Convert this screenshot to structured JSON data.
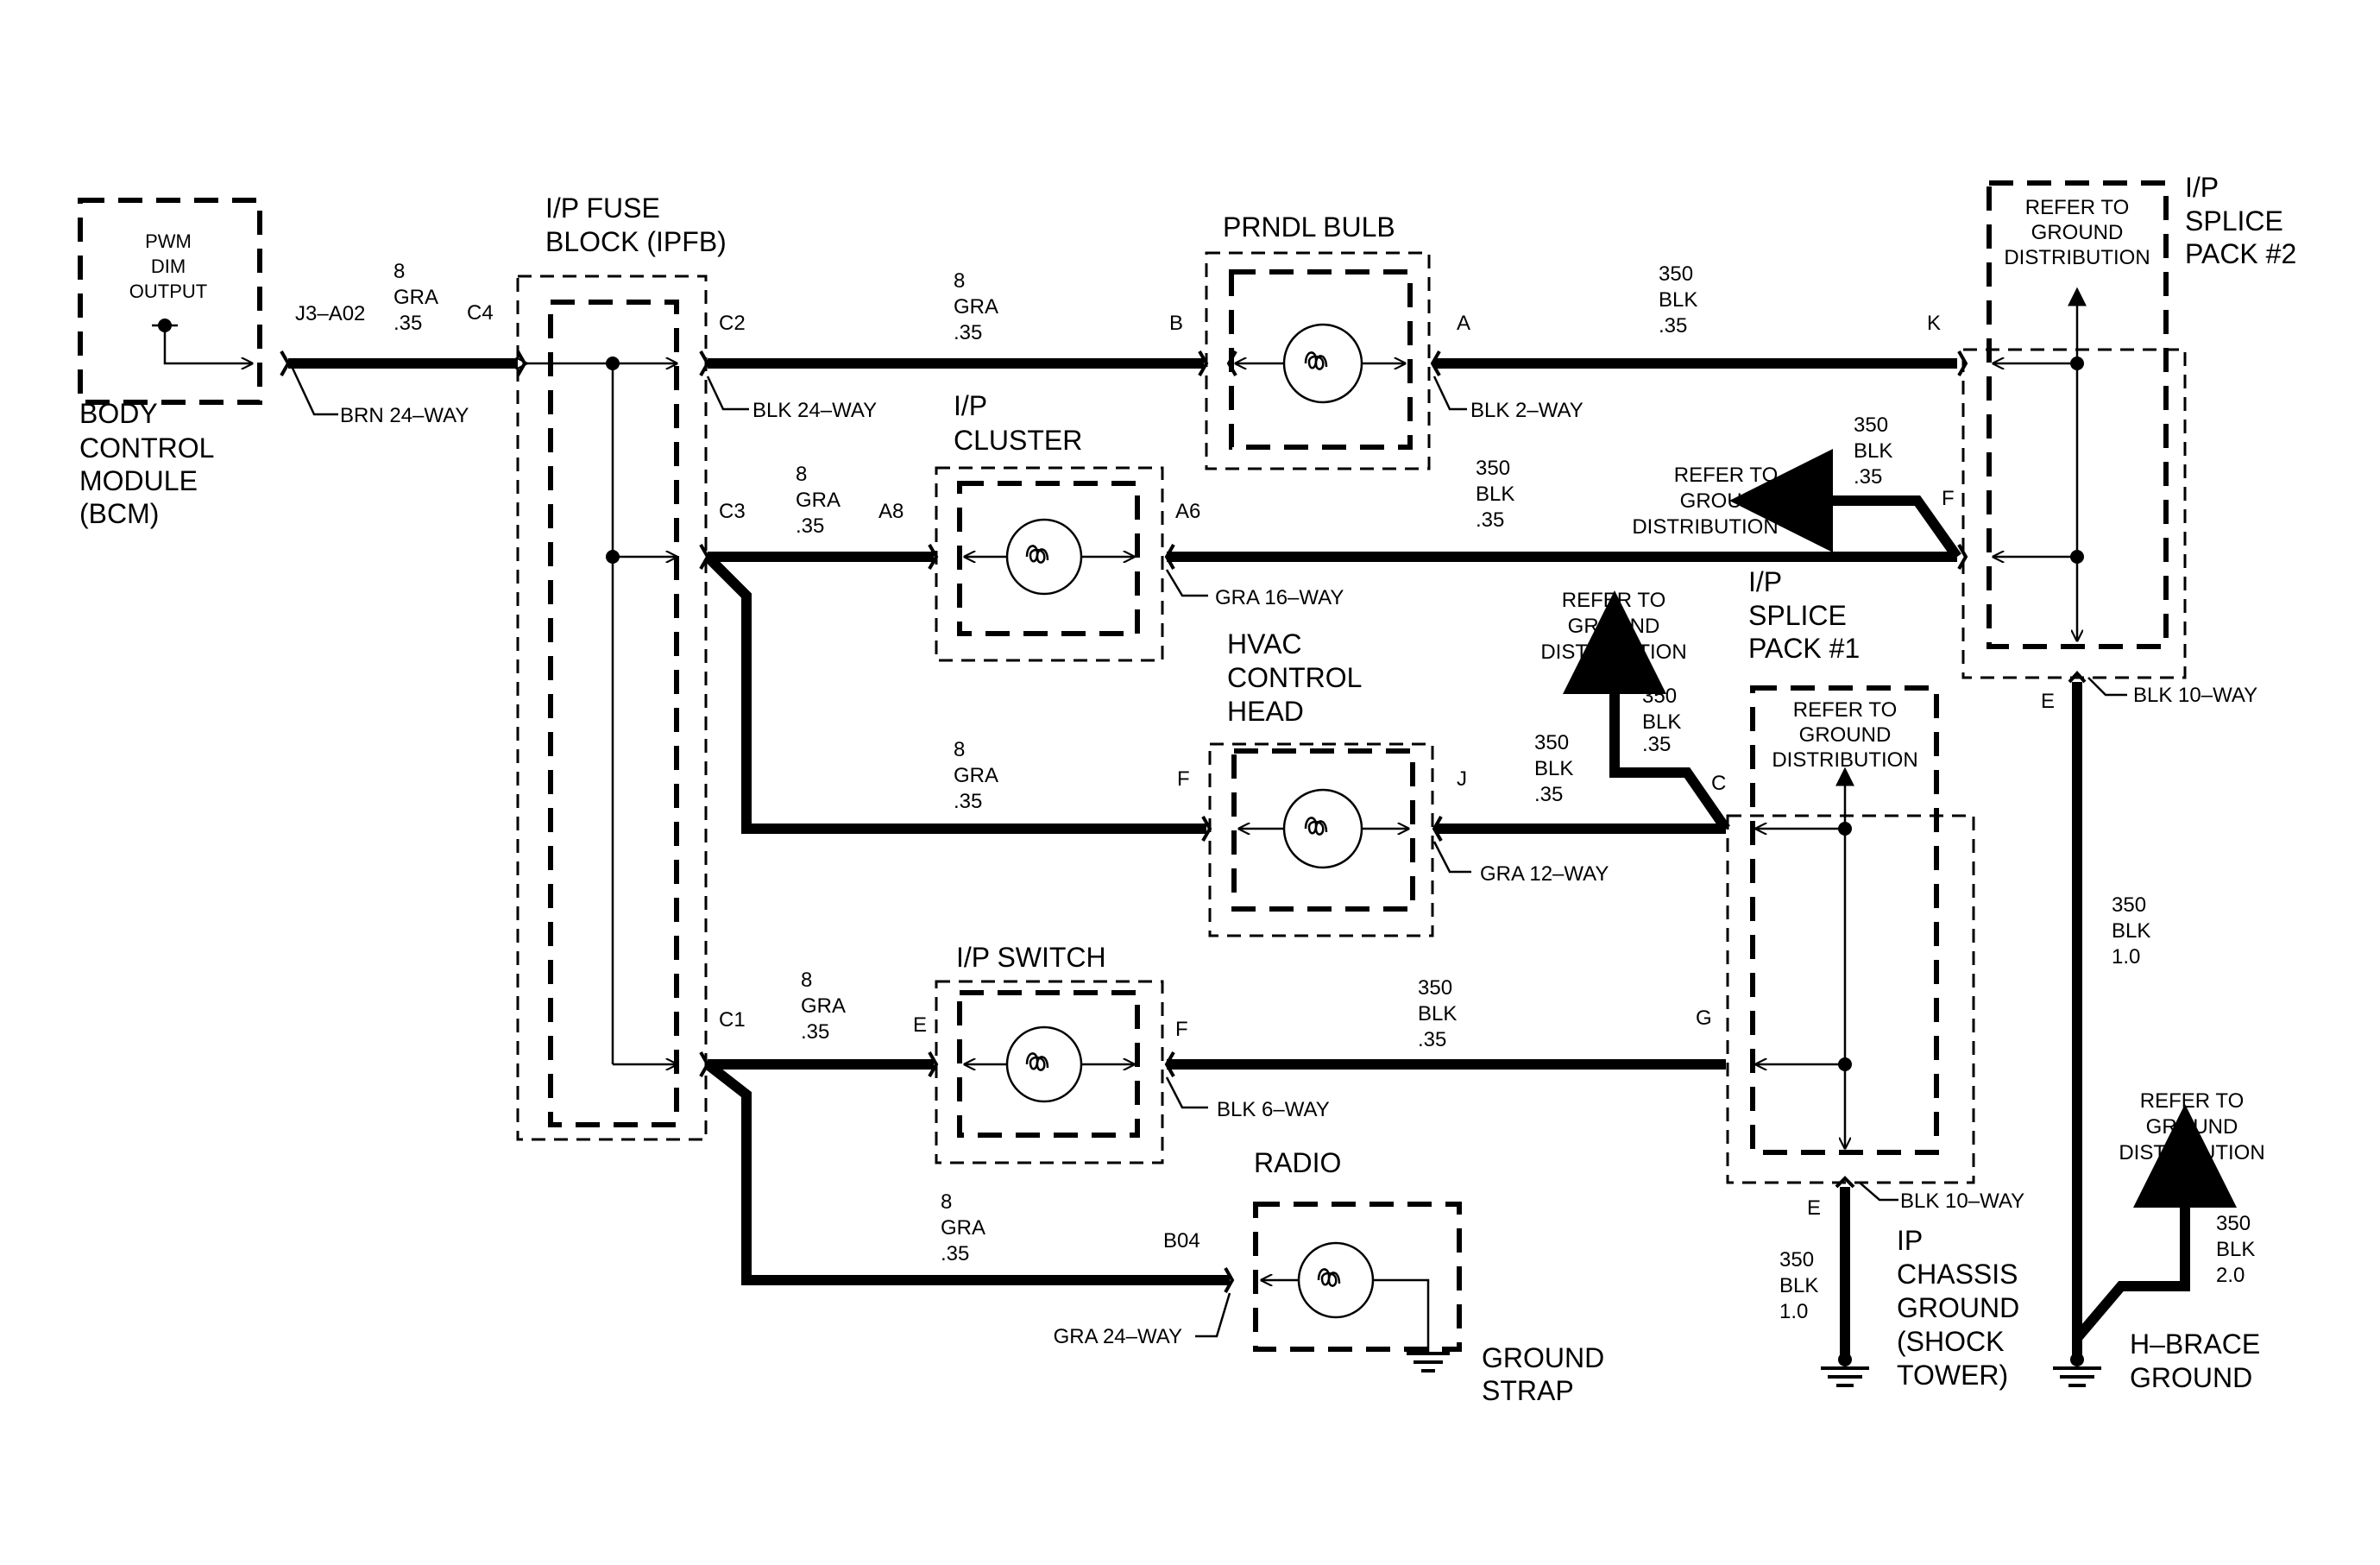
{
  "bcm": {
    "inner": [
      "PWM",
      "DIM",
      "OUTPUT"
    ],
    "name": [
      "BODY",
      "CONTROL",
      "MODULE",
      "(BCM)"
    ],
    "pin": "J3–A02",
    "connector": "BRN 24–WAY",
    "wire": [
      "8",
      "GRA",
      ".35"
    ]
  },
  "ipfb": {
    "title": [
      "I/P FUSE",
      "BLOCK (IPFB)"
    ],
    "c4": "C4",
    "c2": "C2",
    "c3": "C3",
    "c1": "C1",
    "connector": "BLK 24–WAY"
  },
  "prndl": {
    "title": "PRNDL BULB",
    "wire_in": [
      "8",
      "GRA",
      ".35"
    ],
    "pin_b": "B",
    "pin_a": "A",
    "connector": "BLK 2–WAY",
    "wire_out": [
      "350",
      "BLK",
      ".35"
    ],
    "pin_k": "K"
  },
  "cluster": {
    "title": [
      "I/P",
      "CLUSTER"
    ],
    "wire_in": [
      "8",
      "GRA",
      ".35"
    ],
    "pin_in": "A8",
    "pin_out": "A6",
    "connector": "GRA 16–WAY",
    "wire_out": [
      "350",
      "BLK",
      ".35"
    ]
  },
  "hvac": {
    "title": [
      "HVAC",
      "CONTROL",
      "HEAD"
    ],
    "wire_in": [
      "8",
      "GRA",
      ".35"
    ],
    "pin_in": "F",
    "pin_out": "J",
    "connector": "GRA 12–WAY",
    "wire_out": [
      "350",
      "BLK",
      ".35"
    ]
  },
  "switch": {
    "title": "I/P SWITCH",
    "wire_in": [
      "8",
      "GRA",
      ".35"
    ],
    "pin_in": "E",
    "pin_out": "F",
    "connector": "BLK 6–WAY",
    "wire_out": [
      "350",
      "BLK",
      ".35"
    ]
  },
  "radio": {
    "title": "RADIO",
    "wire_in": [
      "8",
      "GRA",
      ".35"
    ],
    "pin": "B04",
    "connector": "GRA 24–WAY",
    "ground": [
      "GROUND",
      "STRAP"
    ]
  },
  "splice2": {
    "title": [
      "I/P",
      "SPLICE",
      "PACK #2"
    ],
    "refer": [
      "REFER TO",
      "GROUND",
      "DISTRIBUTION"
    ],
    "pin_k": "K",
    "pin_f": "F",
    "pin_e": "E",
    "connector": "BLK 10–WAY",
    "f_wire": [
      "350",
      "BLK",
      ".35"
    ],
    "f_refer": [
      "REFER TO",
      "GROUND",
      "DISTRIBUTION"
    ],
    "e_wire": [
      "350",
      "BLK",
      "1.0"
    ]
  },
  "splice1": {
    "title": [
      "I/P",
      "SPLICE",
      "PACK #1"
    ],
    "refer": [
      "REFER TO",
      "GROUND",
      "DISTRIBUTION"
    ],
    "pin_c": "C",
    "pin_g": "G",
    "pin_e": "E",
    "connector": "BLK 10–WAY",
    "c_wire": [
      "350",
      "BLK",
      ".35"
    ],
    "c_refer": [
      "REFER TO",
      "GROUND",
      "DISTRIBUTION"
    ],
    "e_wire": [
      "350",
      "BLK",
      "1.0"
    ]
  },
  "ip_ground": [
    "IP",
    "CHASSIS",
    "GROUND",
    "(SHOCK",
    "TOWER)"
  ],
  "hbrace": {
    "refer": [
      "REFER TO",
      "GROUND",
      "DISTRIBUTION"
    ],
    "wire": [
      "350",
      "BLK",
      "2.0"
    ],
    "label": [
      "H–BRACE",
      "GROUND"
    ]
  }
}
